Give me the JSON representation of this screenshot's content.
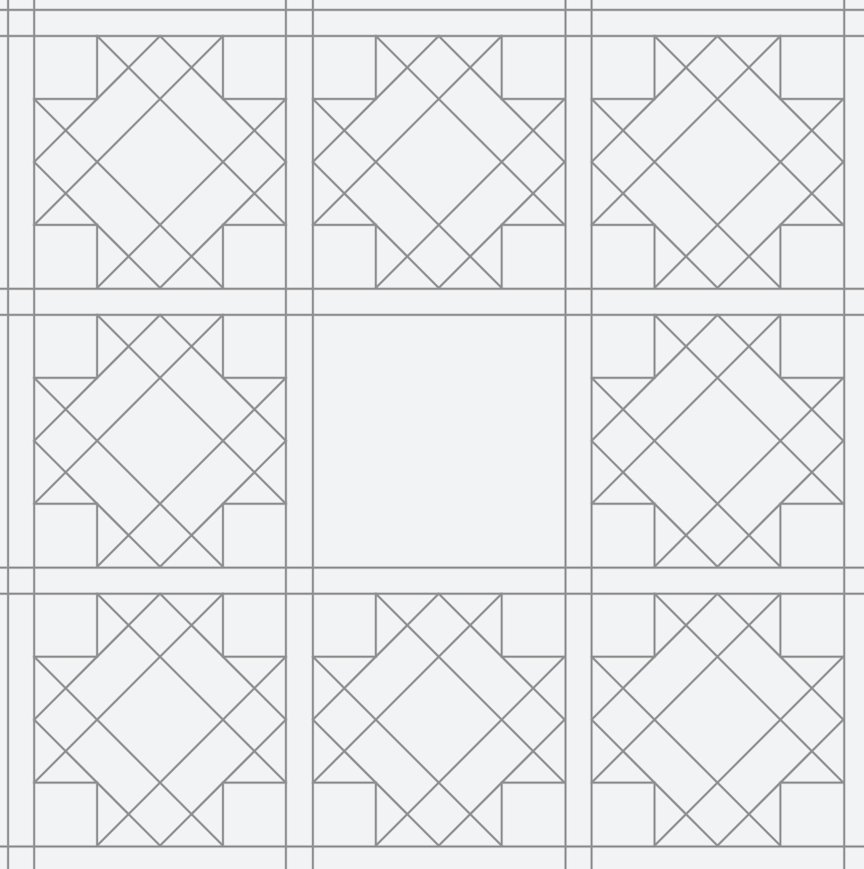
{
  "pattern": {
    "name": "quilt-grid",
    "rows": 3,
    "cols": 3,
    "blocks": [
      "star",
      "star",
      "star",
      "star",
      "plain",
      "star",
      "star",
      "star",
      "star"
    ]
  },
  "colors": {
    "background": "#f2f3f5",
    "line": "#8f8f8f"
  }
}
